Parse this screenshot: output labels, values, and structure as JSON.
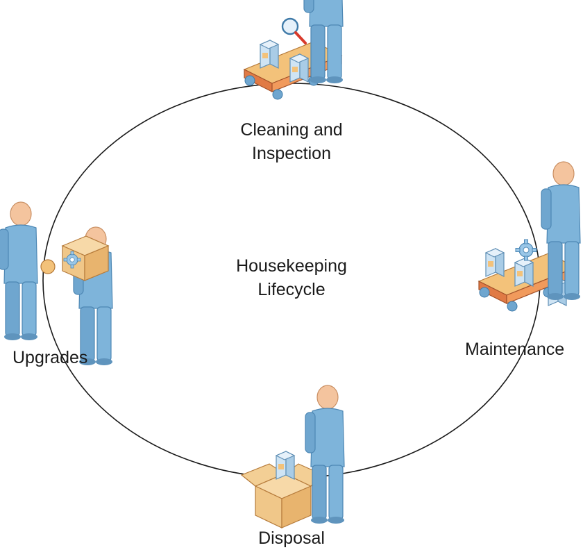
{
  "diagram": {
    "center_label": [
      "Housekeeping",
      "Lifecycle"
    ],
    "stages": {
      "cleaning": {
        "label": [
          "Cleaning and",
          "Inspection"
        ],
        "icon": "inspection-conveyor-icon"
      },
      "maintenance": {
        "label": [
          "Maintenance"
        ],
        "icon": "maintenance-conveyor-icon"
      },
      "disposal": {
        "label": [
          "Disposal"
        ],
        "icon": "disposal-box-icon"
      },
      "upgrades": {
        "label": [
          "Upgrades"
        ],
        "icon": "upgrade-exchange-icon"
      }
    },
    "colors": {
      "cycle_line": "#1a1a1a",
      "person_body": "#7eb4da",
      "person_skin": "#f4c49e",
      "conveyor_top": "#f3c27a",
      "conveyor_side": "#e07a45",
      "conveyor_roller": "#6fa6cf",
      "box": "#f0c789",
      "device": "#cfe4f4"
    }
  }
}
